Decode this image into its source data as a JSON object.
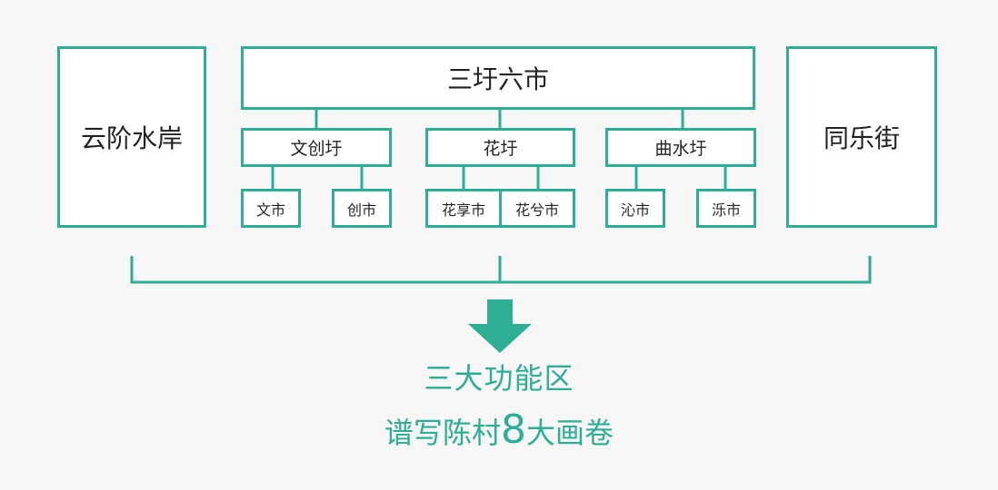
{
  "accent_color": "#2eae93",
  "left_block": "云阶水岸",
  "right_block": "同乐街",
  "center": {
    "title": "三圩六市",
    "groups": [
      {
        "name": "文创圩",
        "items": [
          "文市",
          "创市"
        ]
      },
      {
        "name": "花圩",
        "items": [
          "花享市",
          "花兮市"
        ]
      },
      {
        "name": "曲水圩",
        "items": [
          "沁市",
          "泺市"
        ]
      }
    ]
  },
  "arrow_icon": "down-arrow-icon",
  "summary": {
    "line1": "三大功能区",
    "line2_prefix": "谱写陈村",
    "line2_number": "8",
    "line2_suffix": "大画卷"
  }
}
